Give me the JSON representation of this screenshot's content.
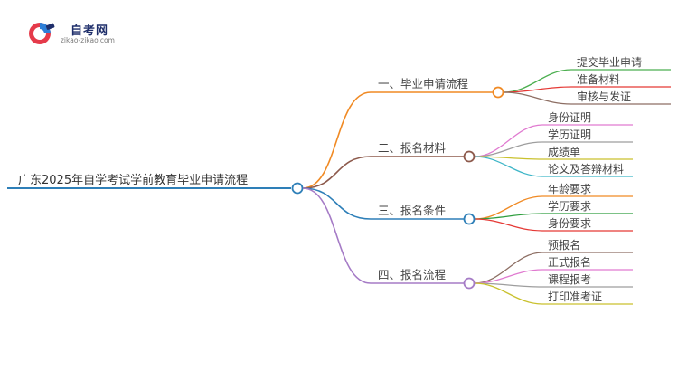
{
  "logo": {
    "name": "自考网",
    "url": "zikao-zikao.com"
  },
  "mindmap": {
    "root": "广东2025年自学考试学前教育毕业申请流程",
    "branches": [
      {
        "label": "一、毕业申请流程",
        "color": "#f08a24",
        "children": [
          {
            "label": "提交毕业申请",
            "color": "#4caf50"
          },
          {
            "label": "准备材料",
            "color": "#e53935"
          },
          {
            "label": "审核与发证",
            "color": "#8d6e63"
          }
        ]
      },
      {
        "label": "二、报名材料",
        "color": "#8d5a4c",
        "children": [
          {
            "label": "身份证明",
            "color": "#e07ad0"
          },
          {
            "label": "学历证明",
            "color": "#9e9e9e"
          },
          {
            "label": "成绩单",
            "color": "#c9c12e"
          },
          {
            "label": "论文及答辩材料",
            "color": "#3fb6c8"
          }
        ]
      },
      {
        "label": "三、报名条件",
        "color": "#2e7fb8",
        "children": [
          {
            "label": "年龄要求",
            "color": "#f08a24"
          },
          {
            "label": "学历要求",
            "color": "#2e9e3e"
          },
          {
            "label": "身份要求",
            "color": "#e53935"
          }
        ]
      },
      {
        "label": "四、报名流程",
        "color": "#a57bc6",
        "children": [
          {
            "label": "预报名",
            "color": "#8d6e63"
          },
          {
            "label": "正式报名",
            "color": "#e07ad0"
          },
          {
            "label": "课程报考",
            "color": "#9e9e9e"
          },
          {
            "label": "打印准考证",
            "color": "#c9c12e"
          }
        ]
      }
    ]
  }
}
